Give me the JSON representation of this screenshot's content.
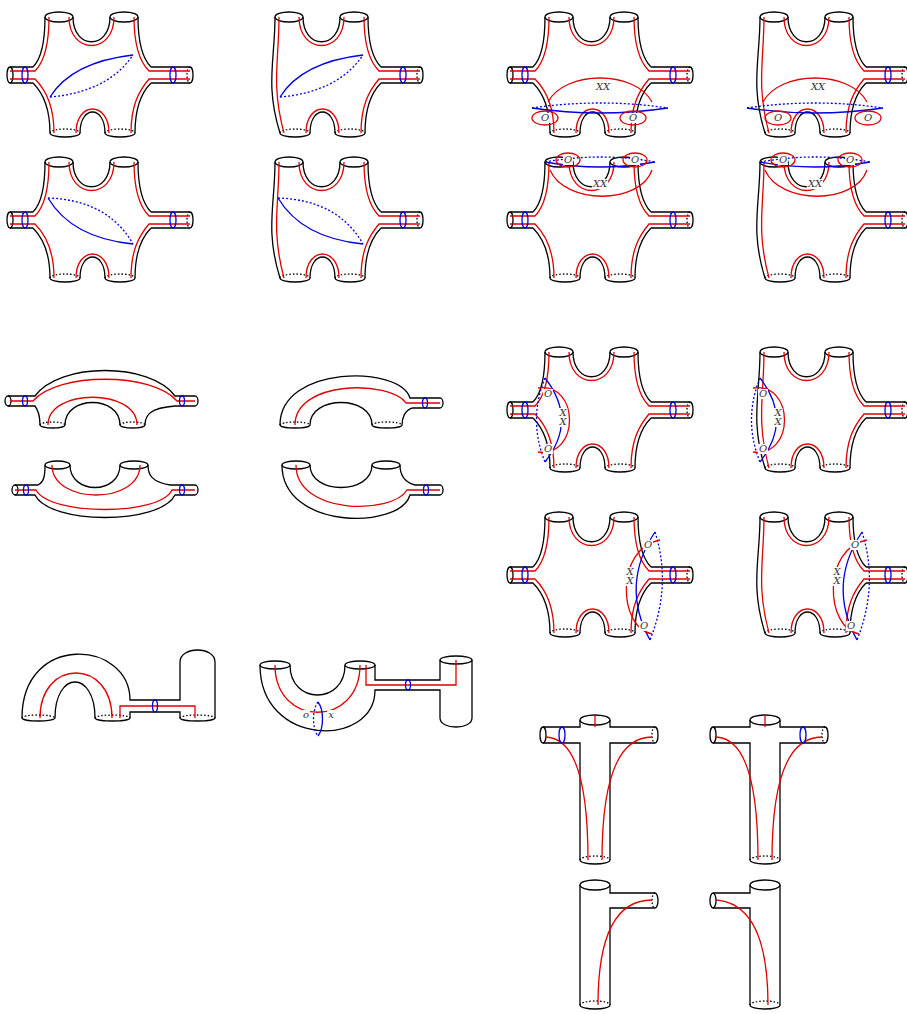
{
  "diagram": {
    "labels": [
      "XX",
      "O",
      "O",
      "XX",
      "O",
      "O",
      "O",
      "O",
      "XX",
      "O",
      "O",
      "XX",
      "O",
      "X",
      "X",
      "O",
      "O",
      "X",
      "X",
      "O",
      "O",
      "X",
      "X",
      "O",
      "O",
      "X",
      "X",
      "O",
      "o",
      "x"
    ]
  }
}
